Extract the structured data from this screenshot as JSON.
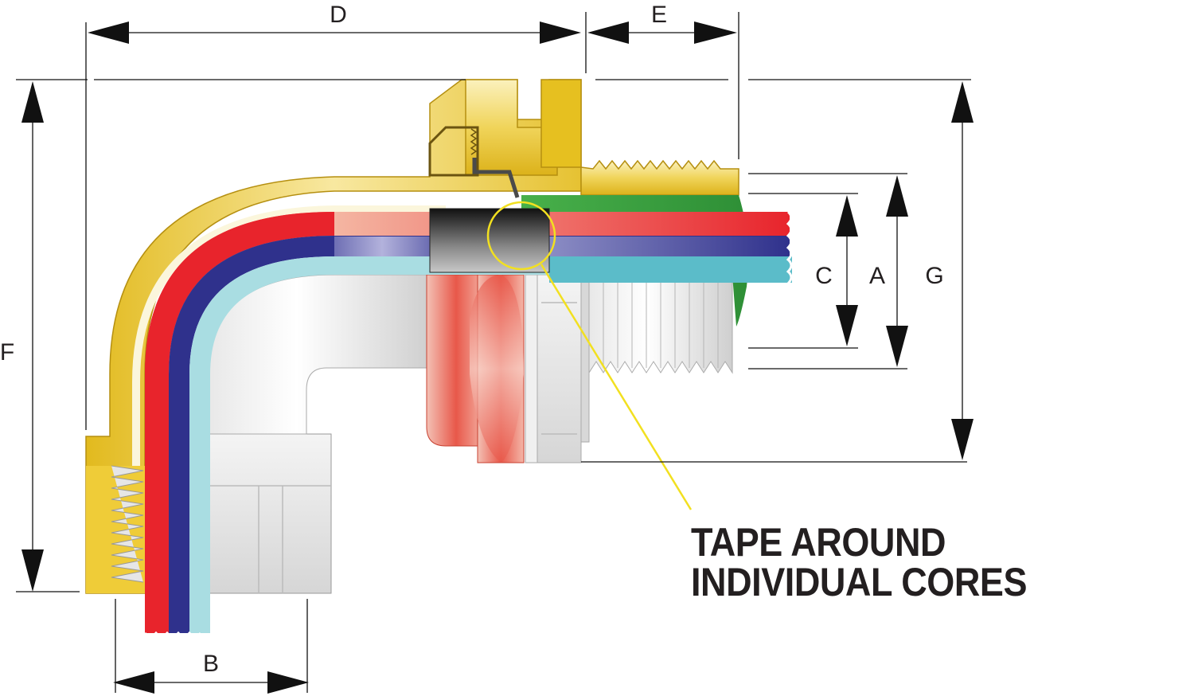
{
  "dimensions": {
    "A": "A",
    "B": "B",
    "C": "C",
    "D": "D",
    "E": "E",
    "F": "F",
    "G": "G"
  },
  "callout": {
    "line1": "TAPE AROUND",
    "line2": "INDIVIDUAL CORES"
  },
  "colors": {
    "brass": "#e8c22a",
    "brass_light": "#f7ecb0",
    "core_red": "#e4262e",
    "core_blue": "#2f318c",
    "core_cyan": "#5bbcc9",
    "tape_black": "#1a1a1a",
    "armour_green": "#3aa340",
    "seal_red": "#e8584a",
    "callout_yellow": "#f2e020"
  }
}
